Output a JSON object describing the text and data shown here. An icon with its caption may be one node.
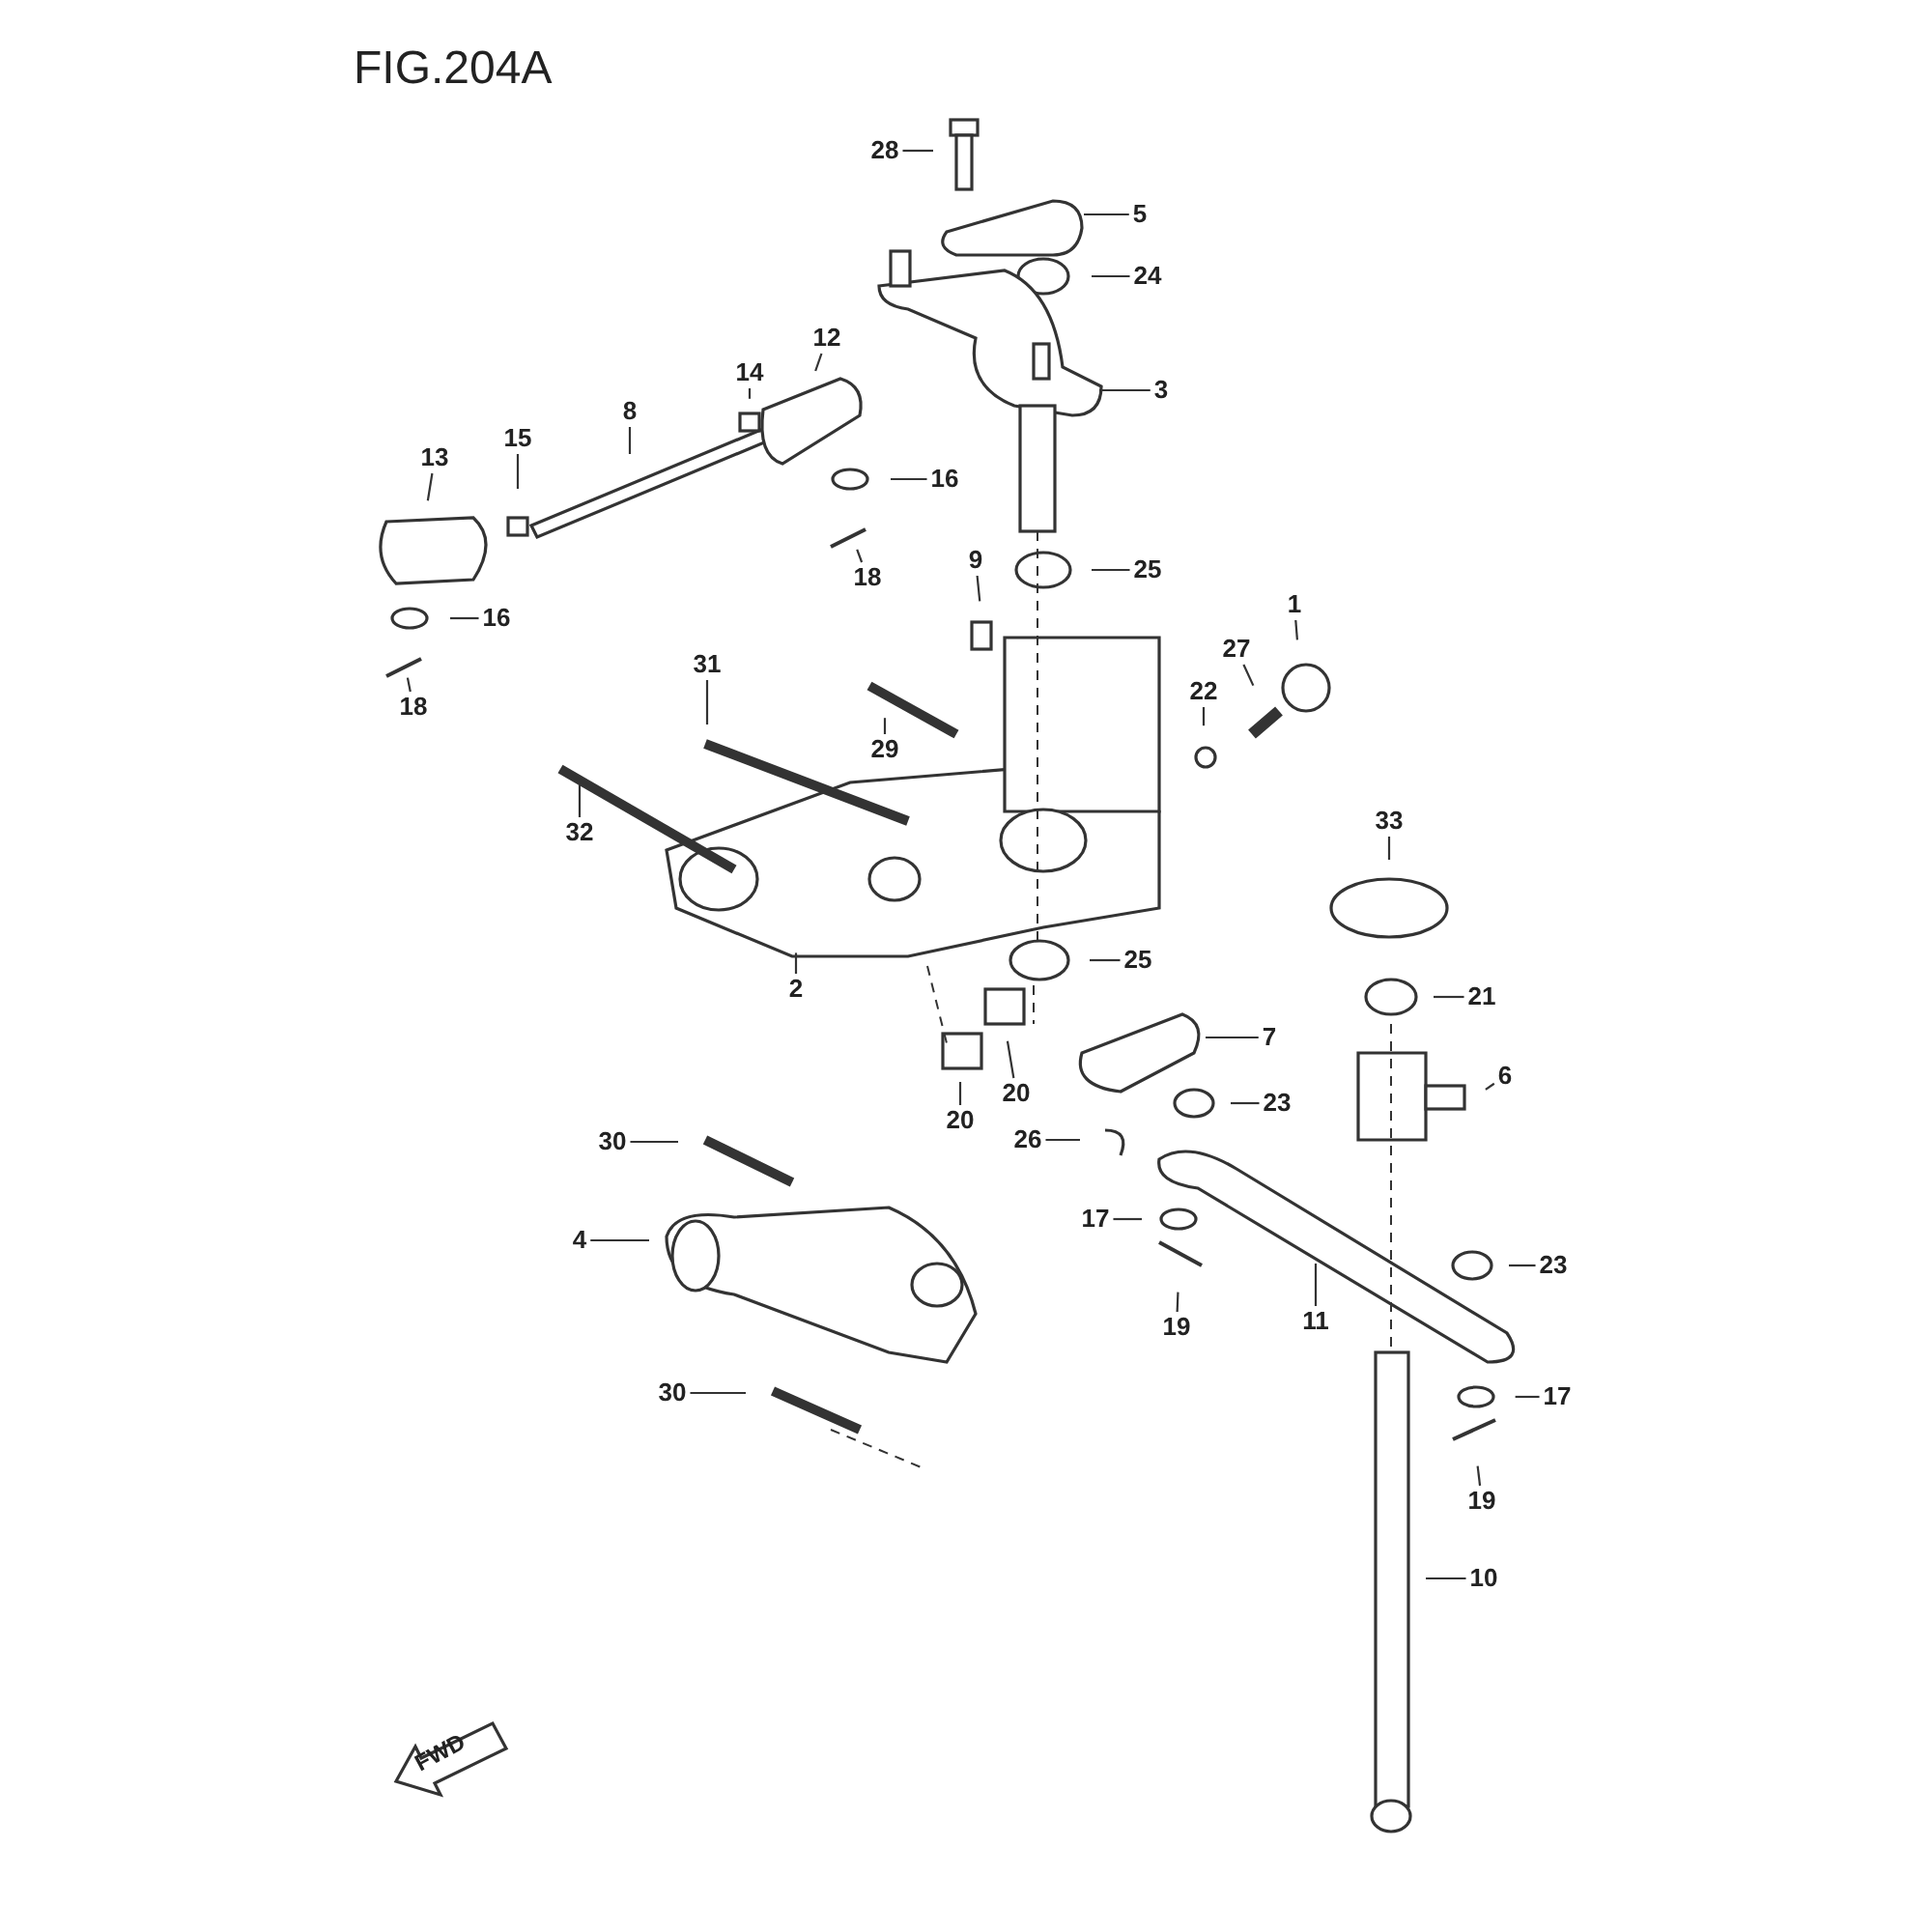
{
  "diagram": {
    "title": "FIG.204A",
    "nodes": [
      {
        "text": [
          "28"
        ]
      },
      {
        "text": [
          "5"
        ]
      },
      {
        "text": [
          "24"
        ]
      },
      {
        "text": [
          "3"
        ]
      },
      {
        "text": [
          "12"
        ]
      },
      {
        "text": [
          "14"
        ]
      },
      {
        "text": [
          "8"
        ]
      },
      {
        "text": [
          "15"
        ]
      },
      {
        "text": [
          "13"
        ]
      },
      {
        "text": [
          "16"
        ]
      },
      {
        "text": [
          "18"
        ]
      },
      {
        "text": [
          "9"
        ]
      },
      {
        "text": [
          "25"
        ]
      },
      {
        "text": [
          "16"
        ]
      },
      {
        "text": [
          "1"
        ]
      },
      {
        "text": [
          "27"
        ]
      },
      {
        "text": [
          "22"
        ]
      },
      {
        "text": [
          "18"
        ]
      },
      {
        "text": [
          "31"
        ]
      },
      {
        "text": [
          "29"
        ]
      },
      {
        "text": [
          "32"
        ]
      },
      {
        "text": [
          "33"
        ]
      },
      {
        "text": [
          "25"
        ]
      },
      {
        "text": [
          "21"
        ]
      },
      {
        "text": [
          "2"
        ]
      },
      {
        "text": [
          "7"
        ]
      },
      {
        "text": [
          "6"
        ]
      },
      {
        "text": [
          "20"
        ]
      },
      {
        "text": [
          "23"
        ]
      },
      {
        "text": [
          "20"
        ]
      },
      {
        "text": [
          "26"
        ]
      },
      {
        "text": [
          "30"
        ]
      },
      {
        "text": [
          "17"
        ]
      },
      {
        "text": [
          "4"
        ]
      },
      {
        "text": [
          "23"
        ]
      },
      {
        "text": [
          "11"
        ]
      },
      {
        "text": [
          "19"
        ]
      },
      {
        "text": [
          "30"
        ]
      },
      {
        "text": [
          "17"
        ]
      },
      {
        "text": [
          "19"
        ]
      },
      {
        "text": [
          "10"
        ]
      }
    ],
    "edges": [
      {
        "from": 0,
        "to": null,
        "arrow": "none"
      },
      {
        "from": 1,
        "to": null,
        "arrow": "none"
      },
      {
        "from": 2,
        "to": null,
        "arrow": "none"
      },
      {
        "from": 3,
        "to": null,
        "arrow": "none"
      },
      {
        "from": 4,
        "to": null,
        "arrow": "none"
      },
      {
        "from": 5,
        "to": null,
        "arrow": "none"
      },
      {
        "from": 6,
        "to": null,
        "arrow": "none"
      },
      {
        "from": 7,
        "to": null,
        "arrow": "none"
      },
      {
        "from": 8,
        "to": null,
        "arrow": "none"
      },
      {
        "from": 9,
        "to": null,
        "arrow": "none"
      },
      {
        "from": 10,
        "to": null,
        "arrow": "none"
      },
      {
        "from": 11,
        "to": null,
        "arrow": "none"
      },
      {
        "from": 12,
        "to": null,
        "arrow": "none"
      },
      {
        "from": 13,
        "to": null,
        "arrow": "none"
      },
      {
        "from": 14,
        "to": null,
        "arrow": "none"
      },
      {
        "from": 15,
        "to": null,
        "arrow": "none"
      },
      {
        "from": 16,
        "to": null,
        "arrow": "none"
      },
      {
        "from": 17,
        "to": null,
        "arrow": "none"
      },
      {
        "from": 18,
        "to": null,
        "arrow": "none"
      },
      {
        "from": 19,
        "to": null,
        "arrow": "none"
      },
      {
        "from": 20,
        "to": null,
        "arrow": "none"
      },
      {
        "from": 21,
        "to": null,
        "arrow": "none"
      },
      {
        "from": 22,
        "to": null,
        "arrow": "none"
      },
      {
        "from": 23,
        "to": null,
        "arrow": "none"
      },
      {
        "from": 24,
        "to": null,
        "arrow": "none"
      },
      {
        "from": 25,
        "to": null,
        "arrow": "none"
      },
      {
        "from": 26,
        "to": null,
        "arrow": "none"
      },
      {
        "from": 27,
        "to": null,
        "arrow": "none"
      },
      {
        "from": 28,
        "to": null,
        "arrow": "none"
      },
      {
        "from": 29,
        "to": null,
        "arrow": "none"
      },
      {
        "from": 30,
        "to": null,
        "arrow": "none"
      },
      {
        "from": 31,
        "to": null,
        "arrow": "none"
      },
      {
        "from": 32,
        "to": null,
        "arrow": "none"
      },
      {
        "from": 33,
        "to": null,
        "arrow": "none"
      },
      {
        "from": 34,
        "to": null,
        "arrow": "none"
      },
      {
        "from": 35,
        "to": null,
        "arrow": "none"
      },
      {
        "from": 36,
        "to": null,
        "arrow": "none"
      },
      {
        "from": 37,
        "to": null,
        "arrow": "none"
      },
      {
        "from": 38,
        "to": null,
        "arrow": "none"
      },
      {
        "from": 39,
        "to": null,
        "arrow": "none"
      },
      {
        "from": 40,
        "to": null,
        "arrow": "none"
      }
    ],
    "labels": [
      "FWD"
    ]
  }
}
